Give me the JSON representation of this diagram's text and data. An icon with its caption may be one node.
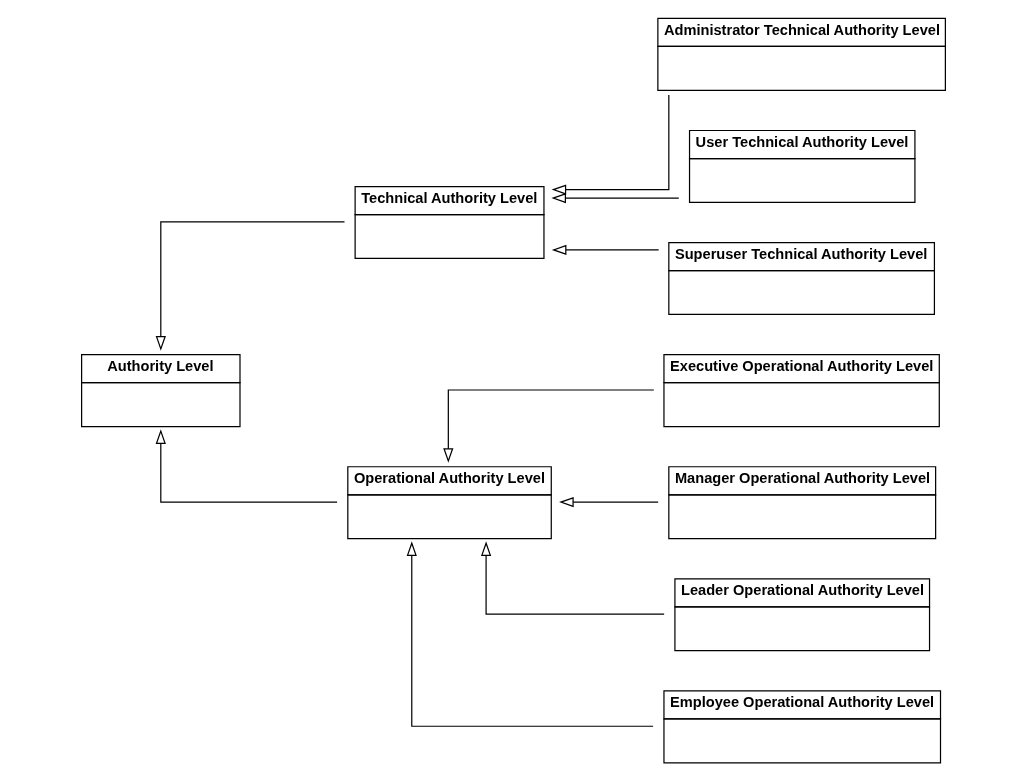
{
  "diagram": {
    "nodes": [
      {
        "text": [
          "Authority Level"
        ]
      },
      {
        "text": [
          "Technical Authority Level"
        ]
      },
      {
        "text": [
          "Operational Authority Level"
        ]
      },
      {
        "text": [
          "Administrator Technical Authority Level"
        ]
      },
      {
        "text": [
          "User Technical Authority Level"
        ]
      },
      {
        "text": [
          "Superuser Technical Authority Level"
        ]
      },
      {
        "text": [
          "Executive Operational Authority Level"
        ]
      },
      {
        "text": [
          "Manager Operational Authority Level"
        ]
      },
      {
        "text": [
          "Leader Operational Authority Level"
        ]
      },
      {
        "text": [
          "Employee Operational Authority Level"
        ]
      }
    ],
    "edges": [
      {
        "from": 1,
        "to": 0,
        "arrow": "to"
      },
      {
        "from": 2,
        "to": 0,
        "arrow": "to"
      },
      {
        "from": 3,
        "to": 1,
        "arrow": "to"
      },
      {
        "from": 4,
        "to": 1,
        "arrow": "to"
      },
      {
        "from": 5,
        "to": 1,
        "arrow": "to"
      },
      {
        "from": 6,
        "to": 2,
        "arrow": "to"
      },
      {
        "from": 7,
        "to": 2,
        "arrow": "to"
      },
      {
        "from": 8,
        "to": 2,
        "arrow": "to"
      },
      {
        "from": 9,
        "to": 2,
        "arrow": "to"
      }
    ]
  }
}
